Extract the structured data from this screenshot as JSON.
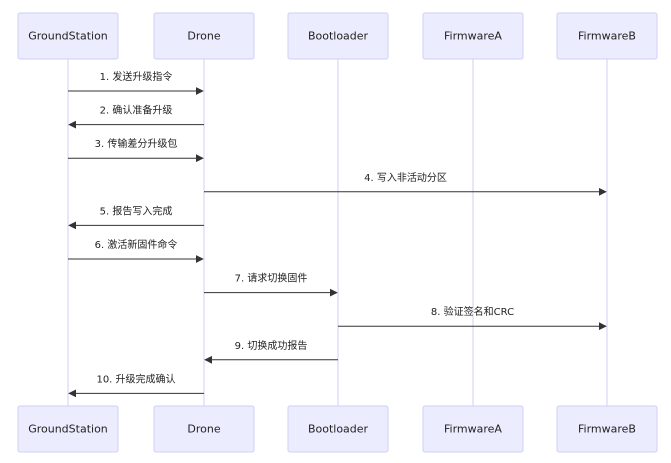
{
  "participants": [
    {
      "id": "groundstation",
      "label": "GroundStation"
    },
    {
      "id": "drone",
      "label": "Drone"
    },
    {
      "id": "bootloader",
      "label": "Bootloader"
    },
    {
      "id": "firmwarea",
      "label": "FirmwareA"
    },
    {
      "id": "firmwareb",
      "label": "FirmwareB"
    }
  ],
  "messages": [
    {
      "from": 0,
      "to": 1,
      "label": "1. 发送升级指令"
    },
    {
      "from": 1,
      "to": 0,
      "label": "2. 确认准备升级"
    },
    {
      "from": 0,
      "to": 1,
      "label": "3. 传输差分升级包"
    },
    {
      "from": 1,
      "to": 4,
      "label": "4. 写入非活动分区"
    },
    {
      "from": 1,
      "to": 0,
      "label": "5. 报告写入完成"
    },
    {
      "from": 0,
      "to": 1,
      "label": "6. 激活新固件命令"
    },
    {
      "from": 1,
      "to": 2,
      "label": "7. 请求切换固件"
    },
    {
      "from": 2,
      "to": 4,
      "label": "8. 验证签名和CRC"
    },
    {
      "from": 2,
      "to": 1,
      "label": "9. 切换成功报告"
    },
    {
      "from": 1,
      "to": 0,
      "label": "10. 升级完成确认"
    }
  ],
  "colors": {
    "actor_fill": "#ECECFF",
    "actor_stroke": "#CFCFF5",
    "lifeline": "#CFCFF5",
    "arrow": "#333333"
  }
}
